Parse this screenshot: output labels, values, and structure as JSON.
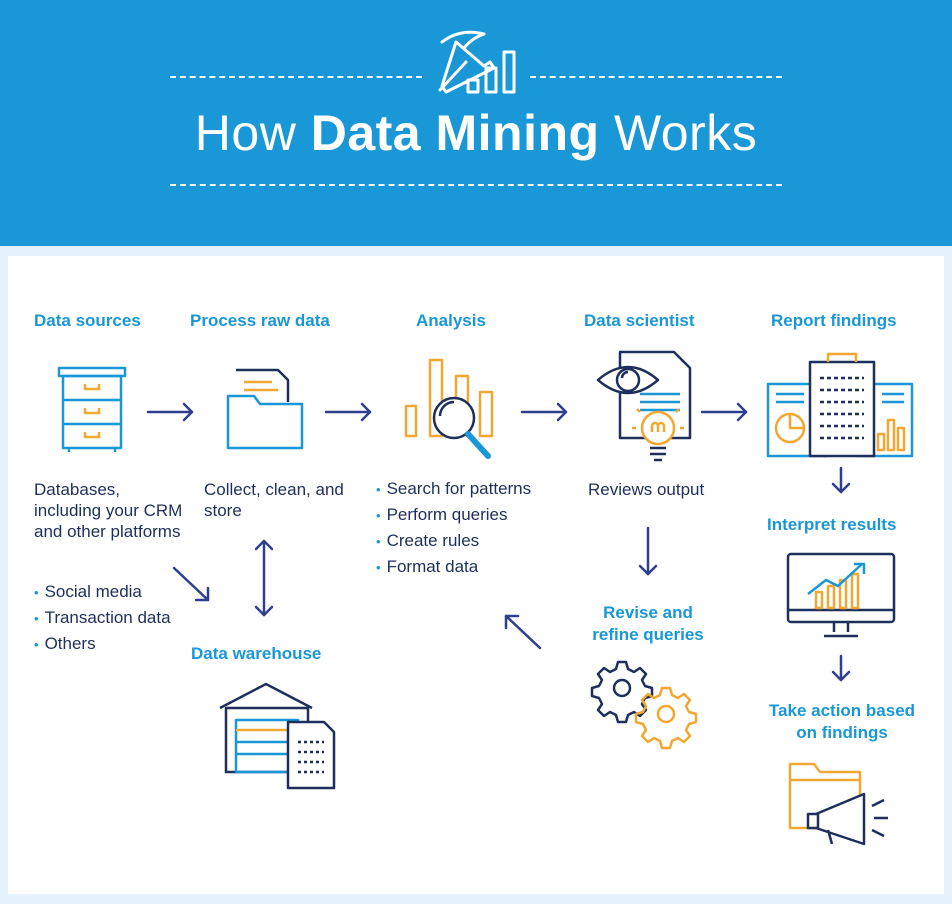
{
  "header": {
    "title_light_1": "How",
    "title_bold": "Data Mining",
    "title_light_2": "Works"
  },
  "steps": {
    "data_sources": {
      "heading": "Data sources",
      "description": "Databases, including your CRM and other platforms",
      "items": [
        "Social media",
        "Transaction data",
        "Others"
      ]
    },
    "process_raw_data": {
      "heading": "Process raw data",
      "description": "Collect, clean, and store"
    },
    "data_warehouse": {
      "heading": "Data warehouse"
    },
    "analysis": {
      "heading": "Analysis",
      "items": [
        "Search for patterns",
        "Perform queries",
        "Create rules",
        "Format data"
      ]
    },
    "data_scientist": {
      "heading": "Data scientist",
      "description": "Reviews output"
    },
    "revise": {
      "heading_line1": "Revise and",
      "heading_line2": "refine queries"
    },
    "report_findings": {
      "heading": "Report findings"
    },
    "interpret_results": {
      "heading": "Interpret results"
    },
    "take_action": {
      "heading_line1": "Take action based",
      "heading_line2": "on findings"
    }
  },
  "icons": {
    "header": "pickaxe-chart-icon",
    "data_sources": "filing-cabinet-icon",
    "process_raw_data": "folder-documents-icon",
    "data_warehouse": "warehouse-icon",
    "analysis": "magnifier-bar-chart-icon",
    "data_scientist": "eye-lightbulb-document-icon",
    "revise": "gears-icon",
    "report_findings": "report-documents-icon",
    "interpret_results": "monitor-trend-icon",
    "take_action": "folder-megaphone-icon"
  },
  "colors": {
    "brand_blue": "#1a97d6",
    "navy": "#1d2f5a",
    "accent_orange": "#f1a832",
    "panel_bg": "#e6f2fb"
  }
}
